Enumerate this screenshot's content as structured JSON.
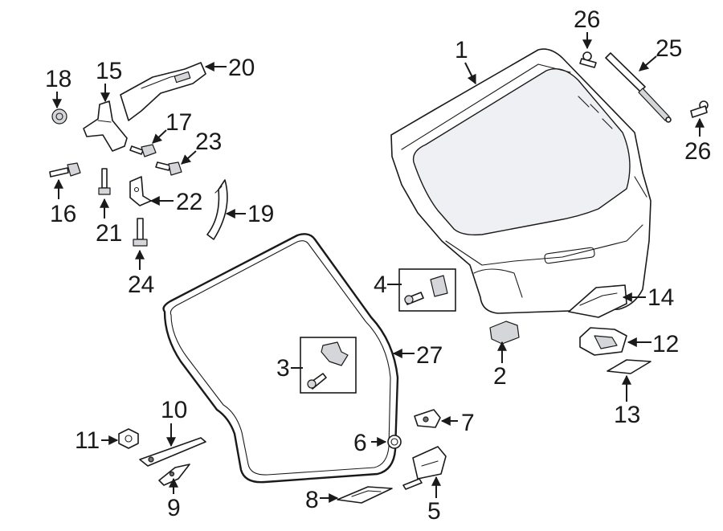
{
  "callouts": [
    {
      "id": "1",
      "label": "1"
    },
    {
      "id": "2",
      "label": "2"
    },
    {
      "id": "3",
      "label": "3"
    },
    {
      "id": "4",
      "label": "4"
    },
    {
      "id": "5",
      "label": "5"
    },
    {
      "id": "6",
      "label": "6"
    },
    {
      "id": "7",
      "label": "7"
    },
    {
      "id": "8",
      "label": "8"
    },
    {
      "id": "9",
      "label": "9"
    },
    {
      "id": "10",
      "label": "10"
    },
    {
      "id": "11",
      "label": "11"
    },
    {
      "id": "12",
      "label": "12"
    },
    {
      "id": "13",
      "label": "13"
    },
    {
      "id": "14",
      "label": "14"
    },
    {
      "id": "15",
      "label": "15"
    },
    {
      "id": "16",
      "label": "16"
    },
    {
      "id": "17",
      "label": "17"
    },
    {
      "id": "18",
      "label": "18"
    },
    {
      "id": "19",
      "label": "19"
    },
    {
      "id": "20",
      "label": "20"
    },
    {
      "id": "21",
      "label": "21"
    },
    {
      "id": "22",
      "label": "22"
    },
    {
      "id": "23",
      "label": "23"
    },
    {
      "id": "24",
      "label": "24"
    },
    {
      "id": "25",
      "label": "25"
    },
    {
      "id": "26a",
      "label": "26"
    },
    {
      "id": "26b",
      "label": "26"
    },
    {
      "id": "27",
      "label": "27"
    }
  ]
}
